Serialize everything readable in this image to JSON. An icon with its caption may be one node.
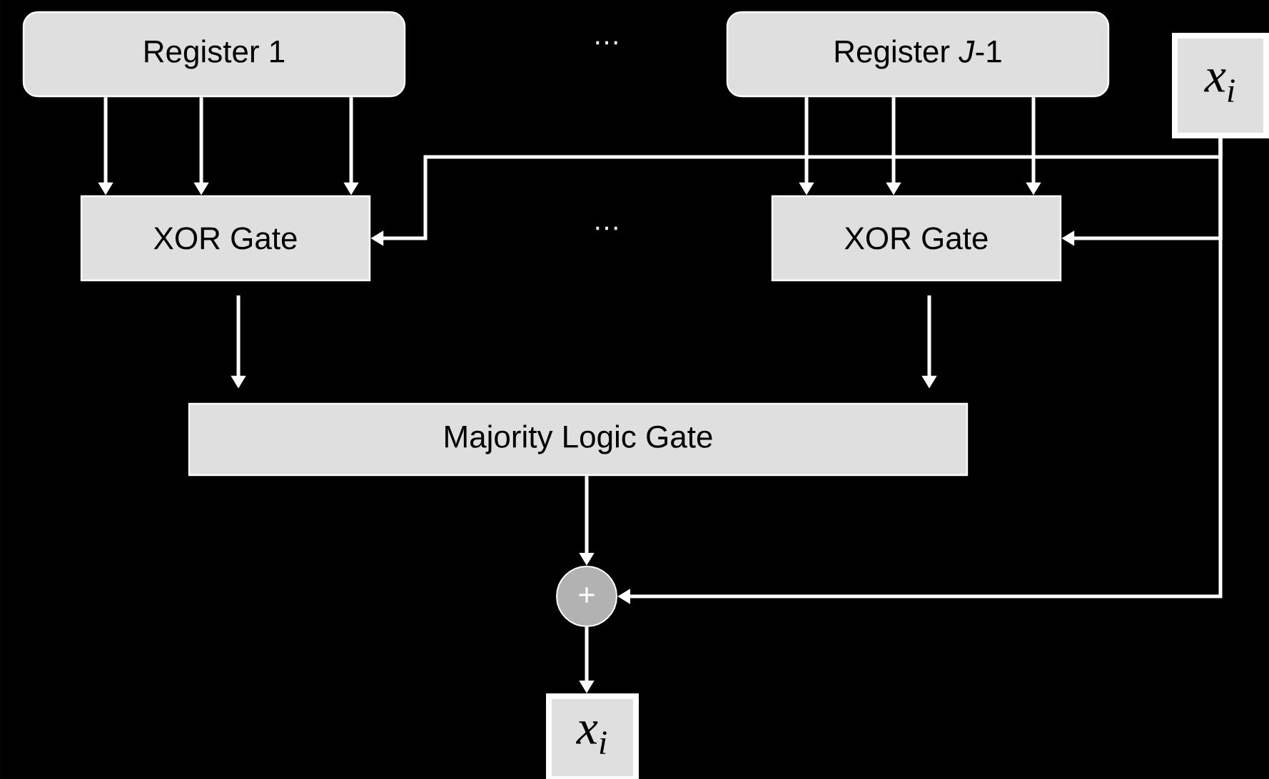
{
  "diagram": {
    "nodes": [
      {
        "text": [
          "Register 1"
        ]
      },
      {
        "text": [
          "Register *J*-1"
        ]
      },
      {
        "text": [
          "x$_{i}$"
        ]
      },
      {
        "text": [
          "XOR Gate"
        ]
      },
      {
        "text": [
          "XOR Gate"
        ]
      },
      {
        "text": [
          "Majority Logic Gate"
        ]
      },
      {
        "text": [
          "+"
        ]
      },
      {
        "text": [
          "x$_{i}$"
        ]
      }
    ],
    "edges": [
      {
        "from": 0,
        "to": 3,
        "arrow": "to"
      },
      {
        "from": 0,
        "to": 3,
        "arrow": "to"
      },
      {
        "from": 0,
        "to": 3,
        "arrow": "to"
      },
      {
        "from": 1,
        "to": 4,
        "arrow": "to"
      },
      {
        "from": 1,
        "to": 4,
        "arrow": "to"
      },
      {
        "from": 1,
        "to": 4,
        "arrow": "to"
      },
      {
        "from": 2,
        "to": 3,
        "arrow": "to"
      },
      {
        "from": 2,
        "to": 4,
        "arrow": "to"
      },
      {
        "from": 3,
        "to": 5,
        "arrow": "to"
      },
      {
        "from": 4,
        "to": 5,
        "arrow": "to"
      },
      {
        "from": 5,
        "to": 6,
        "arrow": "to"
      },
      {
        "from": 2,
        "to": 6,
        "arrow": "to"
      },
      {
        "from": 6,
        "to": 7,
        "arrow": "to"
      }
    ],
    "labels": [
      "…",
      "…"
    ]
  }
}
